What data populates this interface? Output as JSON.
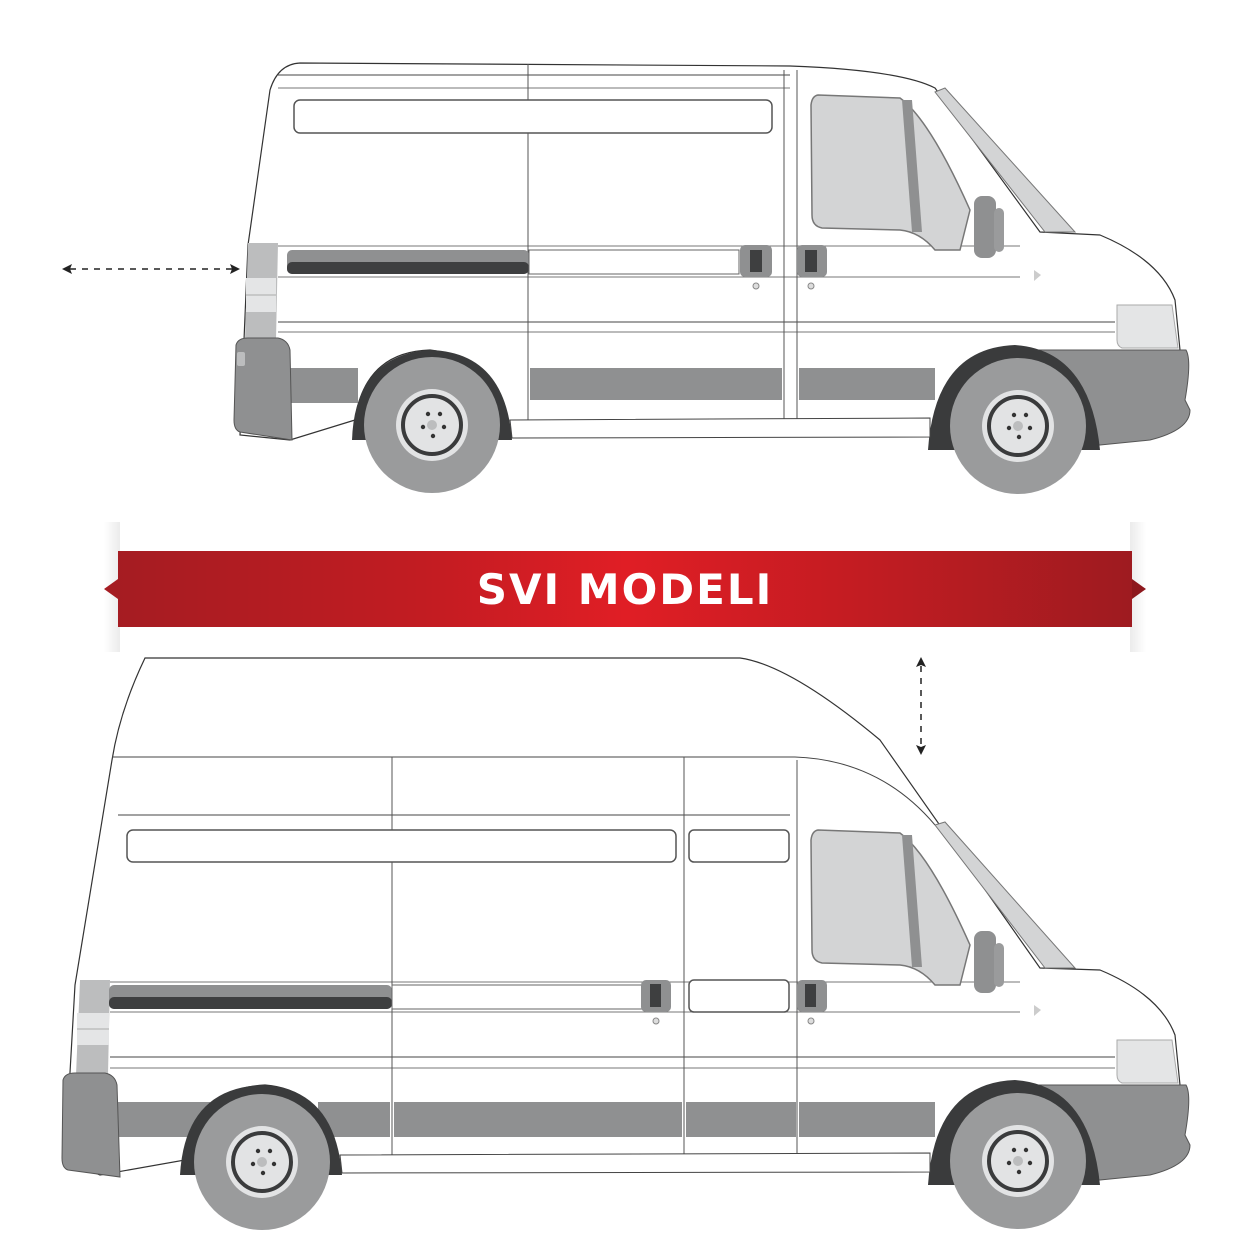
{
  "banner": {
    "label": "SVI MODELI",
    "colors": {
      "center": "#e01e25",
      "edge": "#9e1b20",
      "text": "#ffffff"
    }
  },
  "vans": [
    {
      "id": "standard-roof",
      "description": "Van side view, standard roof",
      "dimension_indicator": "horizontal length arrow"
    },
    {
      "id": "high-roof",
      "description": "Van side view, high roof",
      "dimension_indicator": "vertical height arrow"
    }
  ],
  "palette": {
    "body": "#ffffff",
    "outline": "#333333",
    "window": "#d3d4d5",
    "trim": "#8f9091",
    "dark_trim": "#3e3f40",
    "tire": "#9a9b9c",
    "wheel_arch": "#3a3b3c",
    "hubcap": "#e2e3e4"
  }
}
